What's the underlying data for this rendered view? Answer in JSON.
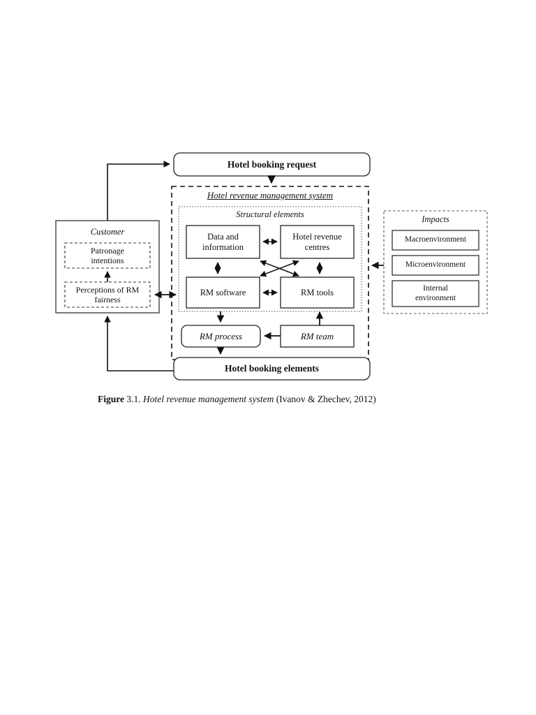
{
  "page": {
    "background": "#ffffff",
    "ink": "#111111"
  },
  "figure": {
    "caption": {
      "figure_word": "Figure",
      "number": "3.1.",
      "title": "Hotel revenue management system",
      "source": "(Ivanov & Zhechev, 2012)"
    }
  },
  "diagram": {
    "type": "flow-diagram",
    "nodes": {
      "booking_request": {
        "label": "Hotel booking request",
        "shape": "rounded-rect",
        "border": "solid",
        "emphasis": "bold"
      },
      "booking_elements": {
        "label": "Hotel booking elements",
        "shape": "rounded-rect",
        "border": "solid",
        "emphasis": "bold"
      },
      "data_information": {
        "label": "Data and information",
        "line1": "Data and",
        "line2": "information",
        "shape": "rect",
        "border": "solid"
      },
      "hotel_revenue_centres": {
        "label": "Hotel revenue centres",
        "line1": "Hotel revenue",
        "line2": "centres",
        "shape": "rect",
        "border": "solid"
      },
      "rm_software": {
        "label": "RM software",
        "shape": "rect",
        "border": "solid"
      },
      "rm_tools": {
        "label": "RM tools",
        "shape": "rect",
        "border": "solid"
      },
      "rm_process": {
        "label": "RM process",
        "shape": "rounded-rect",
        "border": "solid",
        "emphasis": "italic"
      },
      "rm_team": {
        "label": "RM team",
        "shape": "rect",
        "border": "solid",
        "emphasis": "italic"
      },
      "patronage_intentions": {
        "label": "Patronage intentions",
        "line1": "Patronage",
        "line2": "intentions",
        "shape": "rect",
        "border": "dashed"
      },
      "perceptions_rm_fairness": {
        "label": "Perceptions of RM fairness",
        "line1": "Perceptions of RM",
        "line2": "fairness",
        "shape": "rect",
        "border": "dashed"
      },
      "macroenvironment": {
        "label": "Macroenvironment",
        "shape": "rect",
        "border": "solid"
      },
      "microenvironment": {
        "label": "Microenvironment",
        "shape": "rect",
        "border": "solid"
      },
      "internal_environment": {
        "label": "Internal environment",
        "line1": "Internal",
        "line2": "environment",
        "shape": "rect",
        "border": "solid"
      }
    },
    "groups": {
      "hrm_system": {
        "label": "Hotel revenue management system",
        "border": "dashed",
        "style": "underline"
      },
      "structural_elements": {
        "label": "Structural elements",
        "border": "dotted",
        "style": "italic"
      },
      "customer": {
        "label": "Customer",
        "border": "solid",
        "style": "italic"
      },
      "impacts": {
        "label": "Impacts",
        "border": "dashed",
        "style": "italic"
      }
    },
    "edges": [
      {
        "from": "customer",
        "to": "booking_request",
        "type": "single-arrow"
      },
      {
        "from": "booking_request",
        "to": "hrm_system",
        "type": "single-arrow"
      },
      {
        "from": "data_information",
        "to": "hotel_revenue_centres",
        "type": "double-arrow"
      },
      {
        "from": "data_information",
        "to": "rm_software",
        "type": "double-arrow"
      },
      {
        "from": "hotel_revenue_centres",
        "to": "rm_tools",
        "type": "double-arrow"
      },
      {
        "from": "rm_software",
        "to": "rm_tools",
        "type": "double-arrow"
      },
      {
        "from": "data_information",
        "to": "rm_tools",
        "type": "double-arrow-diagonal"
      },
      {
        "from": "hotel_revenue_centres",
        "to": "rm_software",
        "type": "double-arrow-diagonal"
      },
      {
        "from": "structural_elements",
        "to": "rm_process",
        "type": "single-arrow"
      },
      {
        "from": "rm_team",
        "to": "rm_process",
        "type": "single-arrow"
      },
      {
        "from": "rm_team",
        "to": "rm_tools",
        "type": "single-arrow"
      },
      {
        "from": "rm_process",
        "to": "booking_elements",
        "type": "single-arrow"
      },
      {
        "from": "booking_elements",
        "to": "customer",
        "type": "single-arrow"
      },
      {
        "from": "perceptions_rm_fairness",
        "to": "patronage_intentions",
        "type": "single-arrow"
      },
      {
        "from": "customer",
        "to": "hrm_system",
        "type": "double-arrow"
      },
      {
        "from": "impacts",
        "to": "hrm_system",
        "type": "single-arrow"
      }
    ]
  }
}
